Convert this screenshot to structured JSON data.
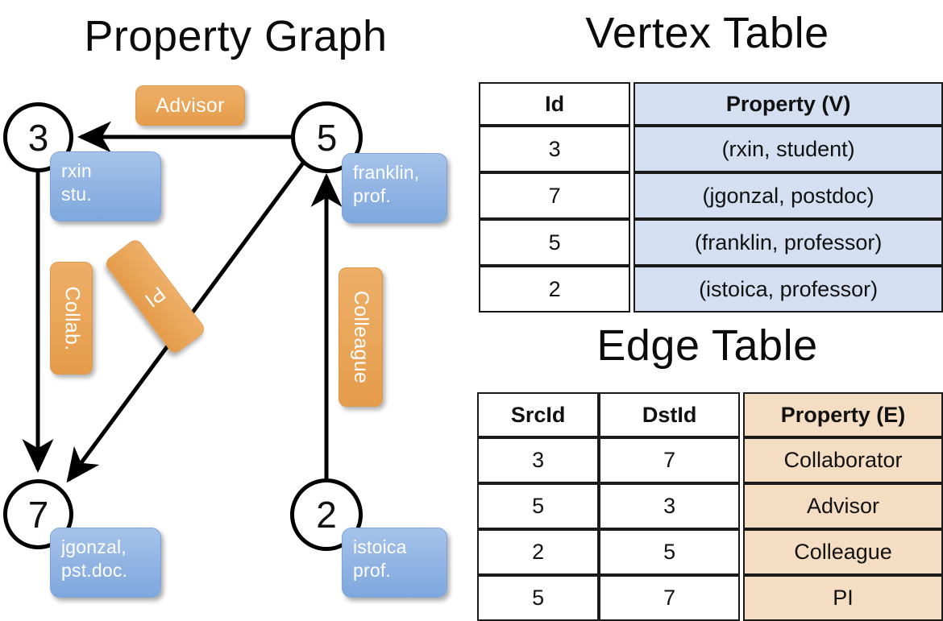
{
  "titles": {
    "property_graph": "Property Graph",
    "vertex_table": "Vertex Table",
    "edge_table": "Edge Table"
  },
  "colors": {
    "vertex_property_fill": "#d4dff1",
    "edge_property_fill": "#f5ddc3",
    "node_property_box": "#94b5e4",
    "edge_label_box": "#e9a558",
    "stroke": "#000000"
  },
  "graph": {
    "nodes": [
      {
        "id": "3",
        "property": "rxin\nstu."
      },
      {
        "id": "5",
        "property": "franklin,\nprof."
      },
      {
        "id": "7",
        "property": "jgonzal,\npst.doc."
      },
      {
        "id": "2",
        "property": "istoica\nprof."
      }
    ],
    "node_labels": {
      "n3": "3",
      "n5": "5",
      "n7": "7",
      "n2": "2"
    },
    "node_properties": {
      "n3_line1": "rxin",
      "n3_line2": "stu.",
      "n5_line1": "franklin,",
      "n5_line2": "prof.",
      "n7_line1": "jgonzal,",
      "n7_line2": "pst.doc.",
      "n2_line1": "istoica",
      "n2_line2": "prof."
    },
    "edge_labels": {
      "advisor": "Advisor",
      "collab": "Collab.",
      "pi": "PI",
      "colleague": "Colleague"
    },
    "edges": [
      {
        "src": "5",
        "dst": "3",
        "label": "Advisor"
      },
      {
        "src": "3",
        "dst": "7",
        "label": "Collab."
      },
      {
        "src": "5",
        "dst": "7",
        "label": "PI"
      },
      {
        "src": "2",
        "dst": "5",
        "label": "Colleague"
      }
    ]
  },
  "vertex_table": {
    "headers": [
      "Id",
      "Property (V)"
    ],
    "rows": [
      {
        "id": "3",
        "property": "(rxin, student)"
      },
      {
        "id": "7",
        "property": "(jgonzal, postdoc)"
      },
      {
        "id": "5",
        "property": "(franklin, professor)"
      },
      {
        "id": "2",
        "property": "(istoica, professor)"
      }
    ]
  },
  "edge_table": {
    "headers": [
      "SrcId",
      "DstId",
      "Property (E)"
    ],
    "rows": [
      {
        "src": "3",
        "dst": "7",
        "property": "Collaborator"
      },
      {
        "src": "5",
        "dst": "3",
        "property": "Advisor"
      },
      {
        "src": "2",
        "dst": "5",
        "property": "Colleague"
      },
      {
        "src": "5",
        "dst": "7",
        "property": "PI"
      }
    ]
  }
}
